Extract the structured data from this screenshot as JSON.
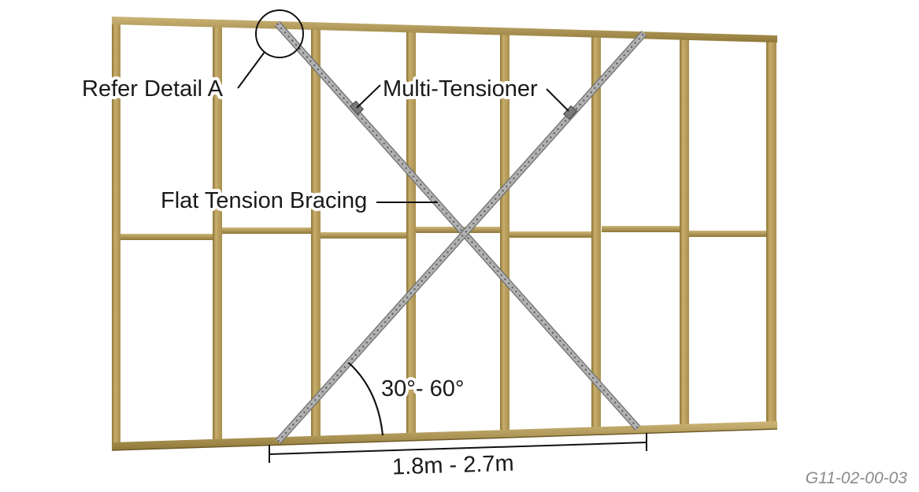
{
  "labels": {
    "detail": "Refer Detail A",
    "tensioner": "Multi-Tensioner",
    "bracing": "Flat Tension Bracing",
    "angle": "30°- 60°",
    "span": "1.8m - 2.7m",
    "code": "G11-02-00-03"
  },
  "colors": {
    "timber_light": "#c9b074",
    "timber_mid": "#a8904e",
    "timber_dark": "#7a6630",
    "strap": "#9a9a9a",
    "strap_edge": "#6e6e6e",
    "line": "#111111",
    "code_text": "#8a8a8a"
  }
}
